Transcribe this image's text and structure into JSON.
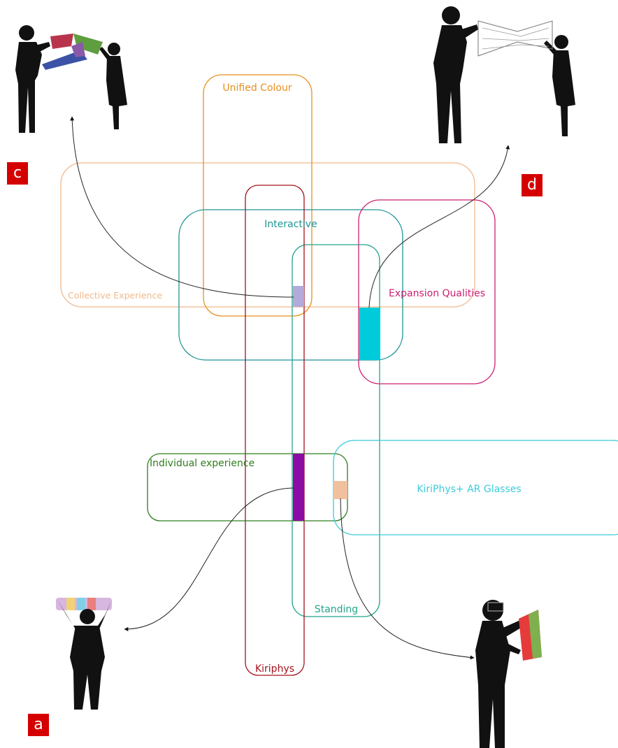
{
  "sets": {
    "unified_colour": "Unified Colour",
    "collective_experience": "Collective Experience",
    "interactive": "Interactive",
    "expansion_qualities": "Expansion Qualities",
    "kiriphys": "Kiriphys",
    "standing": "Standing",
    "individual_experience": "Individual experience",
    "kiriphys_ar": "KiriPhys+ AR Glasses"
  },
  "badges": {
    "a": "a",
    "c": "c",
    "d": "d"
  },
  "colors": {
    "unified_colour": "#e8901f",
    "collective_experience": "#f0b98a",
    "interactive": "#1e9596",
    "expansion_qualities": "#cc1f72",
    "kiriphys": "#a3121c",
    "standing": "#23a58c",
    "individual_experience": "#2e7d1e",
    "kiriphys_ar": "#3ccbd9",
    "badge": "#d40000",
    "marker_lavender": "#b3a9db",
    "marker_cyan": "#00cbdb",
    "marker_purple": "#8c0ba6",
    "marker_peach": "#f1c09f"
  },
  "icons": {
    "figure_a": "person-holding-colored-sculpture-icon",
    "figure_b": "person-wearing-ar-headset-icon",
    "figure_c": "two-people-holding-colored-sculpture-icon",
    "figure_d": "two-people-holding-grey-sculpture-icon"
  }
}
